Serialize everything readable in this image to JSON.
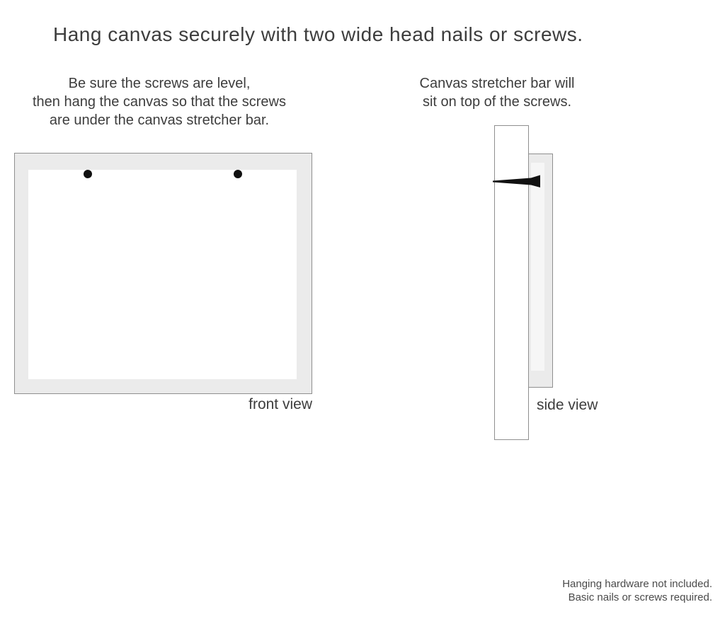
{
  "title": "Hang canvas securely with two wide head nails or screws.",
  "instructions": {
    "front": {
      "line1": "Be sure the screws are level,",
      "line2": "then hang the canvas so that the screws",
      "line3": "are under the canvas stretcher bar."
    },
    "side": {
      "line1": "Canvas stretcher bar will",
      "line2": "sit on top of the screws."
    }
  },
  "diagrams": {
    "front_view": {
      "label": "front view",
      "screw_count": 2
    },
    "side_view": {
      "label": "side view"
    }
  },
  "footer": {
    "line1": "Hanging hardware not included.",
    "line2": "Basic nails or screws required."
  },
  "colors": {
    "canvas_frame_fill": "#ebebeb",
    "canvas_border": "#8f8f8f",
    "canvas_face": "#ffffff",
    "hardware": "#111111",
    "text": "#3d3d3d",
    "footer_text": "#4a4a4a",
    "background": "#ffffff"
  }
}
